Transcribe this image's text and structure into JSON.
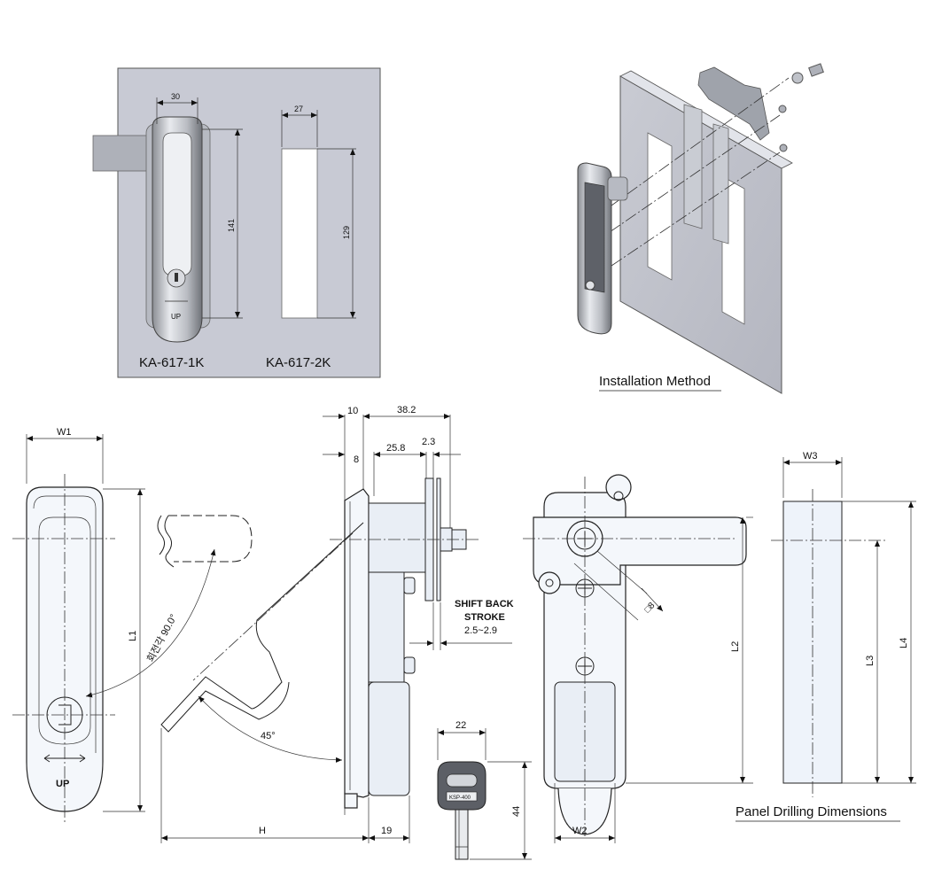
{
  "top_left_panel": {
    "dims": {
      "handle_width": "30",
      "handle_height": "141",
      "cutout_width": "27",
      "cutout_height": "129"
    },
    "model_1": "KA-617-1K",
    "model_2": "KA-617-2K",
    "handle_mark": "UP"
  },
  "installation": {
    "caption": "Installation Method"
  },
  "front_view": {
    "w1": "W1",
    "l1": "L1",
    "rotation": "회전각 90.0°",
    "up_mark": "UP"
  },
  "side_view": {
    "d10": "10",
    "d38_2": "38.2",
    "d8": "8",
    "d25_8": "25.8",
    "d2_3": "2.3",
    "shift_line1": "SHIFT BACK",
    "shift_line2": "STROKE",
    "shift_line3": "2.5~2.9",
    "angle": "45°",
    "h": "H",
    "d19": "19"
  },
  "key": {
    "width": "22",
    "height": "44",
    "label": "KSP-400"
  },
  "rear_view": {
    "w2": "W2",
    "l2": "L2",
    "sq": "□8"
  },
  "panel_cut": {
    "w3": "W3",
    "l3": "L3",
    "l4": "L4",
    "caption": "Panel Drilling Dimensions"
  }
}
